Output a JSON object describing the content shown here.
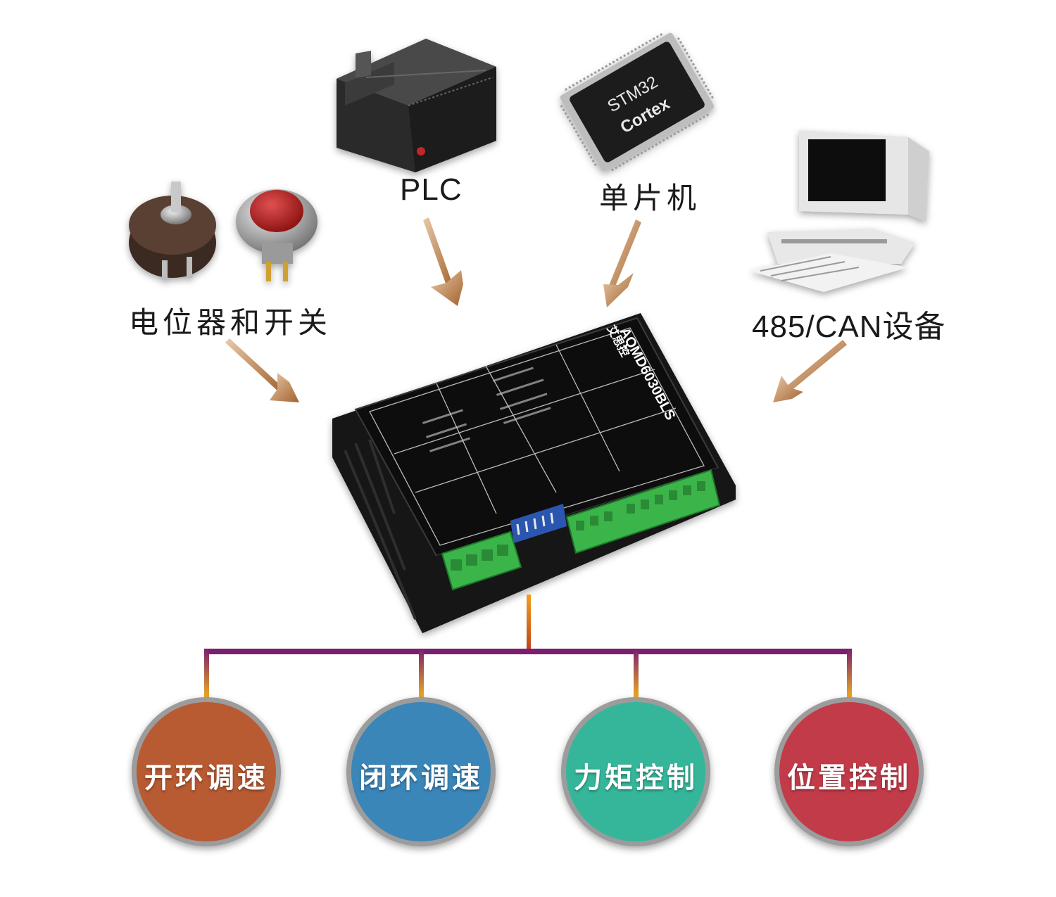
{
  "inputs": {
    "plc": {
      "label": "PLC",
      "icon": "plc-controller-icon"
    },
    "mcu": {
      "label": "单片机",
      "icon": "stm32-chip-icon",
      "chip_text": [
        "STM32",
        "Cortex"
      ]
    },
    "pot": {
      "label": "电位器和开关",
      "icon": "potentiometer-and-button-icon"
    },
    "bus": {
      "label": "485/CAN设备",
      "icon": "desktop-computer-icon"
    }
  },
  "driver": {
    "model": "AQMD6030BLS",
    "brand": "艾思控",
    "icon": "motor-driver-icon"
  },
  "modes": [
    {
      "label": "开环调速",
      "color": "#b85a32"
    },
    {
      "label": "闭环调速",
      "color": "#3a86b8"
    },
    {
      "label": "力矩控制",
      "color": "#34b69a"
    },
    {
      "label": "位置控制",
      "color": "#c23a48"
    }
  ],
  "colors": {
    "arrow": "#b57a4a",
    "tree_line": "#7a1f6e",
    "tree_stub": "#e0a020",
    "circle_ring": "#8a8a8a",
    "terminal_green": "#3bb54a"
  }
}
